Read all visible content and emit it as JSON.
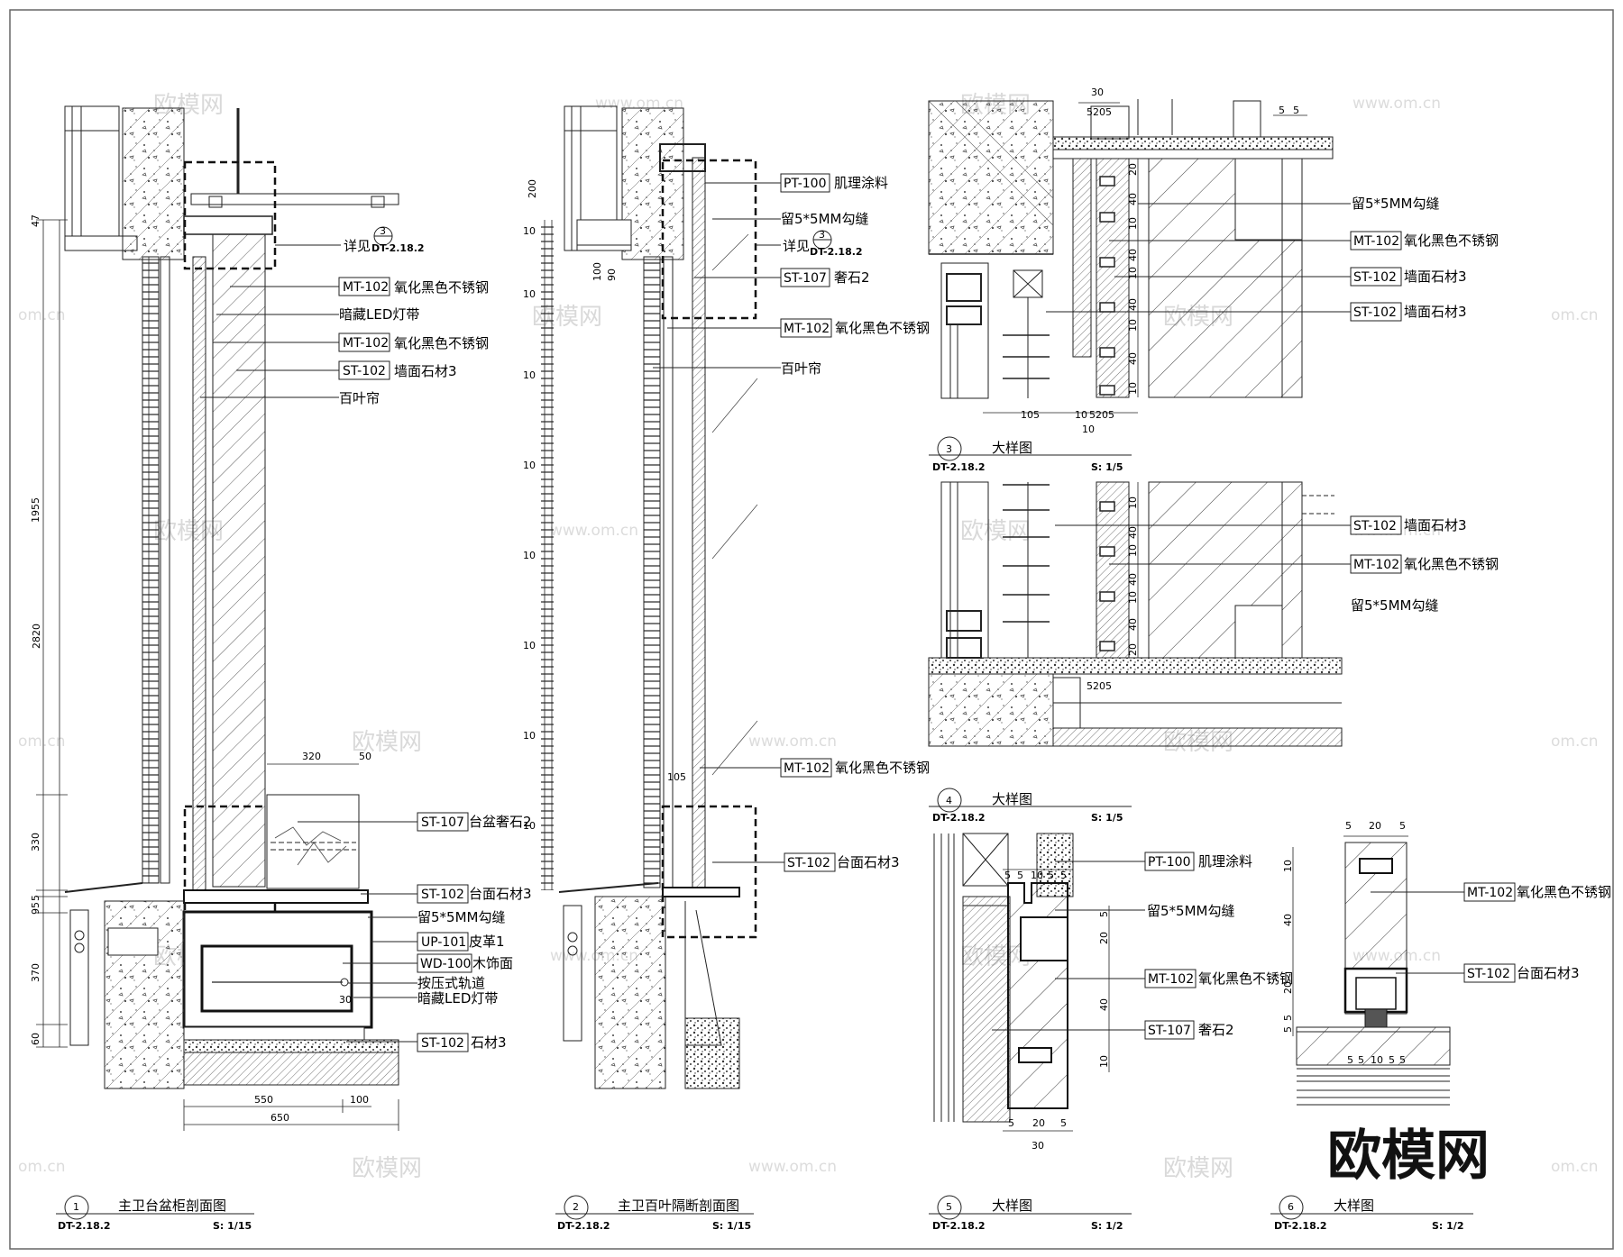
{
  "watermark": {
    "text": "欧模网",
    "url": "www.om.cn",
    "url_short": "om.cn"
  },
  "figures": [
    {
      "num": "1",
      "code": "DT-2.18.2",
      "title": "主卫台盆柜剖面图",
      "scale": "S: 1/15"
    },
    {
      "num": "2",
      "code": "DT-2.18.2",
      "title": "主卫百叶隔断剖面图",
      "scale": "S: 1/15"
    },
    {
      "num": "3",
      "code": "DT-2.18.2",
      "title": "大样图",
      "scale": "S: 1/5"
    },
    {
      "num": "4",
      "code": "DT-2.18.2",
      "title": "大样图",
      "scale": "S: 1/5"
    },
    {
      "num": "5",
      "code": "DT-2.18.2",
      "title": "大样图",
      "scale": "S: 1/2"
    },
    {
      "num": "6",
      "code": "DT-2.18.2",
      "title": "大样图",
      "scale": "S: 1/2"
    }
  ],
  "detail_refs": [
    {
      "prefix": "详见",
      "num": "3",
      "code": "DT-2.18.2"
    },
    {
      "prefix": "详见",
      "num": "3",
      "code": "DT-2.18.2"
    }
  ],
  "fig1": {
    "callouts": [
      {
        "tag": "MT-102",
        "text": "氧化黑色不锈钢"
      },
      {
        "tag": "",
        "text": "暗藏LED灯带"
      },
      {
        "tag": "MT-102",
        "text": "氧化黑色不锈钢"
      },
      {
        "tag": "ST-102",
        "text": "墙面石材3"
      },
      {
        "tag": "",
        "text": "百叶帘"
      },
      {
        "tag": "ST-107",
        "text": "台盆奢石2"
      },
      {
        "tag": "ST-102",
        "text": "台面石材3"
      },
      {
        "tag": "",
        "text": "留5*5MM勾缝"
      },
      {
        "tag": "UP-101",
        "text": "皮革1"
      },
      {
        "tag": "WD-100",
        "text": "木饰面"
      },
      {
        "tag": "",
        "text": "按压式轨道"
      },
      {
        "tag": "",
        "text": "暗藏LED灯带"
      },
      {
        "tag": "ST-102",
        "text": "石材3"
      }
    ],
    "dims": {
      "overall": "2820",
      "upper": "1955",
      "mid": "330",
      "small1": "5",
      "small2": "95",
      "cabinet": "370",
      "base": "60",
      "top": "47",
      "basin_w": "320",
      "basin_gap": "50",
      "inner": "30",
      "bottom1": "550",
      "bottom2": "100",
      "bottom_total": "650"
    }
  },
  "fig2": {
    "callouts": [
      {
        "tag": "PT-100",
        "text": "肌理涂料"
      },
      {
        "tag": "",
        "text": "留5*5MM勾缝"
      },
      {
        "tag": "ST-107",
        "text": "奢石2"
      },
      {
        "tag": "MT-102",
        "text": "氧化黑色不锈钢"
      },
      {
        "tag": "",
        "text": "百叶帘"
      },
      {
        "tag": "MT-102",
        "text": "氧化黑色不锈钢"
      },
      {
        "tag": "ST-102",
        "text": "台面石材3"
      }
    ],
    "dims": {
      "top": "200",
      "a": "100",
      "b": "90",
      "rep": "10",
      "c": "105"
    }
  },
  "fig3": {
    "callouts": [
      {
        "tag": "",
        "text": "留5*5MM勾缝"
      },
      {
        "tag": "MT-102",
        "text": "氧化黑色不锈钢"
      },
      {
        "tag": "ST-102",
        "text": "墙面石材3"
      },
      {
        "tag": "ST-102",
        "text": "墙面石材3"
      }
    ],
    "dims": {
      "top": "30",
      "top_b": "5205",
      "right_a": "5",
      "right_b": "5",
      "v1": "20",
      "v2": "40",
      "v3": "10",
      "bot_a": "105",
      "bot_b": "10",
      "bot_c": "5205",
      "bot_d": "10"
    }
  },
  "fig4": {
    "callouts": [
      {
        "tag": "ST-102",
        "text": "墙面石材3"
      },
      {
        "tag": "MT-102",
        "text": "氧化黑色不锈钢"
      },
      {
        "tag": "",
        "text": "留5*5MM勾缝"
      }
    ],
    "dims": {
      "v1": "10",
      "v2": "40",
      "v3": "20",
      "bot": "5205"
    }
  },
  "fig5": {
    "callouts": [
      {
        "tag": "PT-100",
        "text": "肌理涂料"
      },
      {
        "tag": "",
        "text": "留5*5MM勾缝"
      },
      {
        "tag": "MT-102",
        "text": "氧化黑色不锈钢"
      },
      {
        "tag": "ST-107",
        "text": "奢石2"
      }
    ],
    "dims": {
      "t1": "5",
      "t2": "5",
      "t3": "10",
      "t4": "5",
      "t5": "5",
      "v1": "5",
      "v2": "20",
      "v3": "40",
      "v4": "10",
      "b1": "5",
      "b2": "20",
      "b3": "5",
      "b_total": "30"
    }
  },
  "fig6": {
    "callouts": [
      {
        "tag": "MT-102",
        "text": "氧化黑色不锈钢"
      },
      {
        "tag": "ST-102",
        "text": "台面石材3"
      }
    ],
    "dims": {
      "t1": "5",
      "t2": "20",
      "t3": "5",
      "v1": "10",
      "v2": "40",
      "v3": "20",
      "v4": "5",
      "v5": "5",
      "b1": "5",
      "b2": "5",
      "b3": "10",
      "b4": "5",
      "b5": "5"
    }
  }
}
